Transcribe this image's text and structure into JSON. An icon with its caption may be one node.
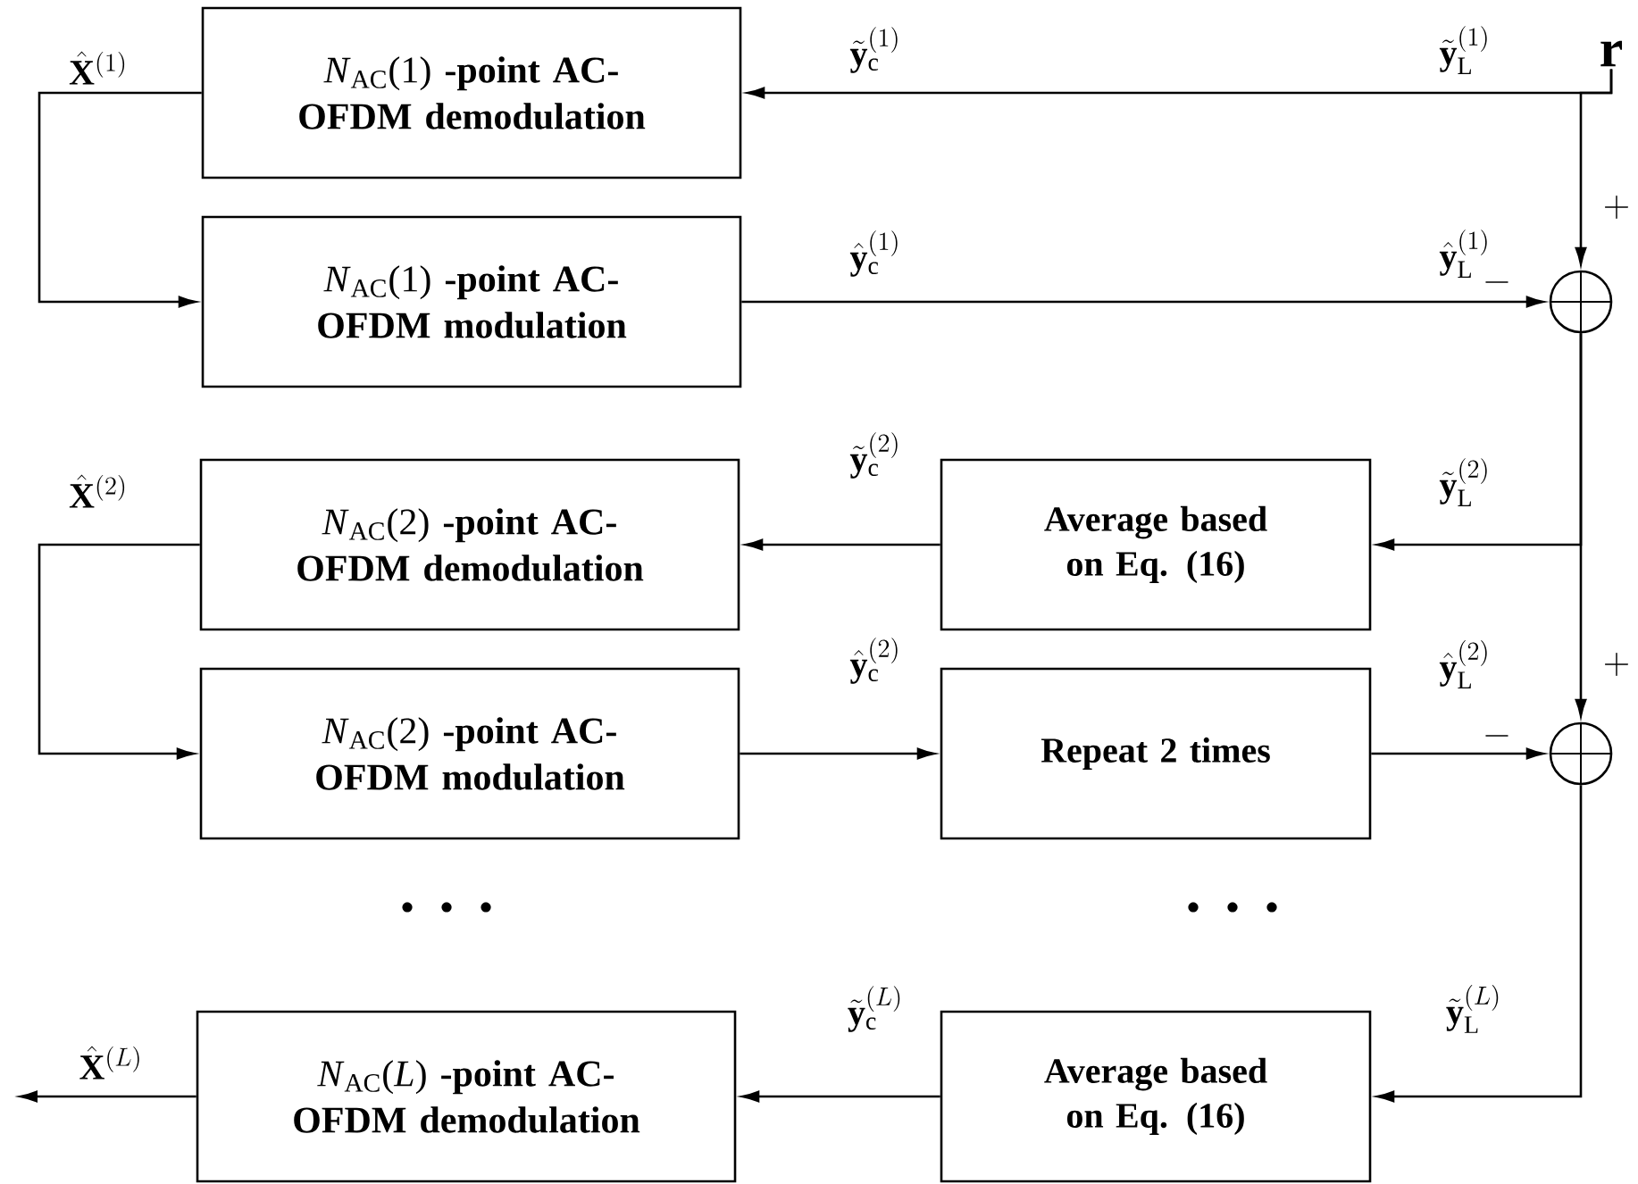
{
  "diagram": {
    "nodes": [
      {
        "text": [
          "*N*$_{AC}$(1) **-point AC-OFDM demodulation**"
        ]
      },
      {
        "text": [
          "*N*$_{AC}$(1) **-point AC-OFDM modulation**"
        ]
      },
      {
        "text": [],
        "shape": "circle"
      },
      {
        "text": [
          "Average based on Eq. (16)"
        ]
      },
      {
        "text": [
          "*N*$_{AC}$(2) **-point AC-OFDM demodulation**"
        ]
      },
      {
        "text": [
          "*N*$_{AC}$(2) **-point AC-OFDM modulation**"
        ]
      },
      {
        "text": [
          "Repeat 2 times"
        ]
      },
      {
        "text": [],
        "shape": "circle"
      },
      {
        "text": [
          "Average based on Eq. (16)"
        ]
      },
      {
        "text": [
          "*N*$_{AC}$(*L*) **-point AC-OFDM demodulation**"
        ]
      },
      {
        "text": [
          "r"
        ]
      }
    ],
    "edges": [
      {
        "from": 10,
        "to": 0,
        "arrow": "to",
        "label": "\\tilde{\\mathbf{y}}_{\\mathrm{c}}^{(1)}"
      },
      {
        "from": 10,
        "to": 2,
        "arrow": "to"
      },
      {
        "from": 0,
        "to": 1,
        "arrow": "to",
        "label": "\\hat{\\mathbf{X}}^{(1)}"
      },
      {
        "from": 1,
        "to": 2,
        "arrow": "to",
        "label": "\\hat{\\mathbf{y}}_{\\mathrm{c}}^{(1)}"
      },
      {
        "from": 2,
        "to": 3,
        "arrow": "to",
        "label": "\\tilde{\\mathbf{y}}_{\\mathrm{L}}^{(2)}"
      },
      {
        "from": 2,
        "to": 7,
        "arrow": "to"
      },
      {
        "from": 3,
        "to": 4,
        "arrow": "to",
        "label": "\\tilde{\\mathbf{y}}_{\\mathrm{c}}^{(2)}"
      },
      {
        "from": 4,
        "to": 5,
        "arrow": "to",
        "label": "\\hat{\\mathbf{X}}^{(2)}"
      },
      {
        "from": 5,
        "to": 6,
        "arrow": "to",
        "label": "\\hat{\\mathbf{y}}_{\\mathrm{c}}^{(2)}"
      },
      {
        "from": 6,
        "to": 7,
        "arrow": "to",
        "label": "\\hat{\\mathbf{y}}_{\\mathrm{L}}^{(2)}"
      },
      {
        "from": 7,
        "to": 8,
        "arrow": "to",
        "label": "\\tilde{\\mathbf{y}}_{\\mathrm{L}}^{(L)}"
      },
      {
        "from": 8,
        "to": 9,
        "arrow": "to",
        "label": "\\tilde{\\mathbf{y}}_{\\mathrm{c}}^{(L)}"
      },
      {
        "from": 9,
        "to": null,
        "arrow": "to",
        "label": "\\hat{\\mathbf{X}}^{(L)}"
      }
    ],
    "labels": [
      "\\tilde{\\mathbf{y}}_{\\mathrm{L}}^{(1)}",
      "+",
      "\\hat{\\mathbf{y}}_{\\mathrm{L}}^{(1)}",
      "-",
      "+",
      "-"
    ]
  }
}
